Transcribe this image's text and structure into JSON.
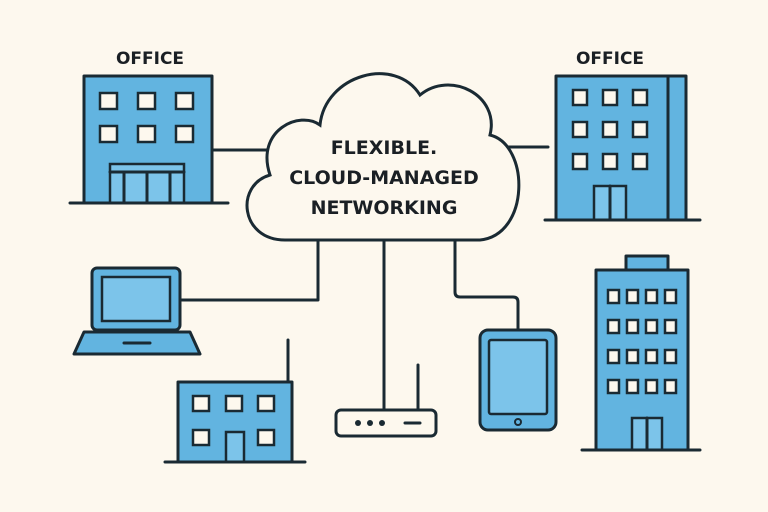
{
  "labels": {
    "office_left": "OFFICE",
    "office_right": "OFFICE",
    "cloud_line1": "FLEXIBLE.",
    "cloud_line2": "CLOUD-MANAGED",
    "cloud_line3": "NETWORKING"
  },
  "colors": {
    "background": "#fdf8ee",
    "accent": "#62b4e0",
    "stroke": "#1a2a33"
  }
}
